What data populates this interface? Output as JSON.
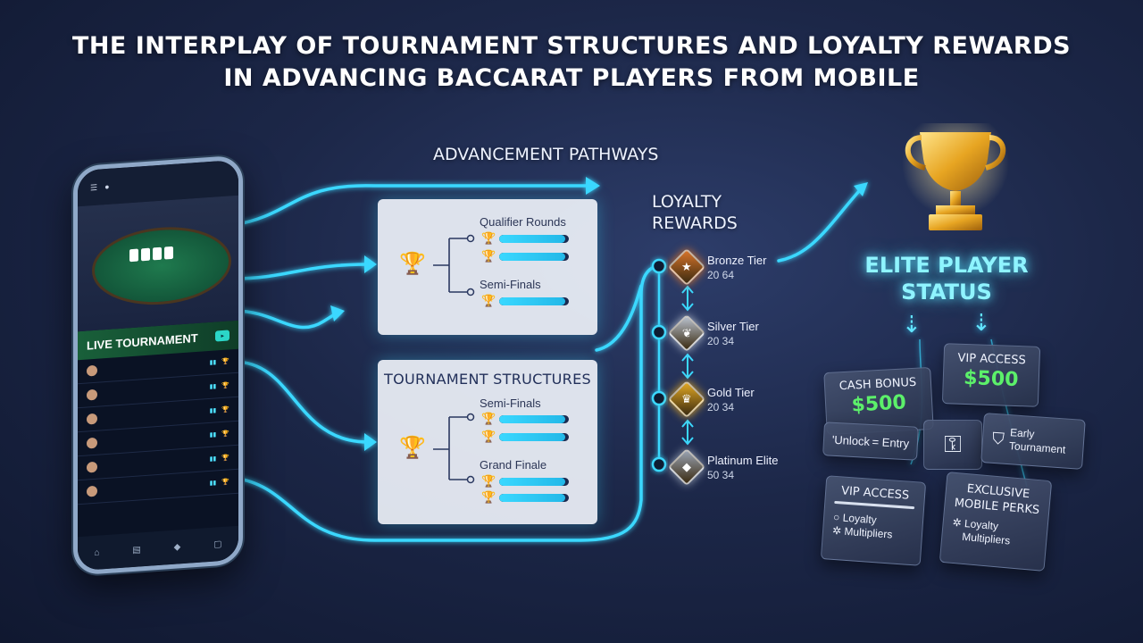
{
  "title": {
    "line1": "THE INTERPLAY OF TOURNAMENT STRUCTURES AND LOYALTY REWARDS",
    "line2": "IN ADVANCING BACCARAT PLAYERS FROM MOBILE"
  },
  "pathways": {
    "heading": "ADVANCEMENT PATHWAYS"
  },
  "qualifier_panel": {
    "round1": "Qualifier Rounds",
    "round2": "Semi-Finals",
    "bar_levels": [
      0.95,
      0.95,
      0.95
    ]
  },
  "structures_panel": {
    "title": "TOURNAMENT STRUCTURES",
    "round1": "Semi-Finals",
    "round2": "Grand Finale",
    "bar_levels": [
      0.95,
      0.95,
      0.95,
      0.95
    ]
  },
  "loyalty": {
    "heading_line1": "LOYALTY",
    "heading_line2": "REWARDS",
    "tiers": [
      {
        "name": "Bronze Tier",
        "sub": "20 64",
        "color": "#d8742a",
        "icon": "star-icon"
      },
      {
        "name": "Silver Tier",
        "sub": "20 34",
        "color": "#b9c2cf",
        "icon": "wing-icon"
      },
      {
        "name": "Gold Tier",
        "sub": "20 34",
        "color": "#e2a823",
        "icon": "crown-icon"
      },
      {
        "name": "Platinum Elite",
        "sub": "50 34",
        "color": "#9aa4b4",
        "icon": "gem-icon"
      }
    ]
  },
  "phone": {
    "live_label": "LIVE TOURNAMENT",
    "accent": "#2bd6c8"
  },
  "elite": {
    "line1": "ELITE PLAYER",
    "line2": "STATUS"
  },
  "cards": {
    "cash_bonus": {
      "title": "CASH BONUS",
      "amount": "$500"
    },
    "vip_access_top": {
      "title": "VIP ACCESS",
      "amount": "$500"
    },
    "unlock_entry": {
      "text": "'Unlock = Entry"
    },
    "early_tournament": {
      "line1": "Early",
      "line2": "Tournament"
    },
    "vip_access_bottom": {
      "title": "VIP ACCESS",
      "line1": "Loyalty",
      "line2": "Multipliers"
    },
    "exclusive": {
      "title1": "EXCLUSIVE",
      "title2": "MOBILE PERKS",
      "line1": "Loyalty",
      "line2": "Multipliers"
    }
  },
  "colors": {
    "glow": "#3ad8ff",
    "bonus_green": "#5cf06a",
    "elite_text": "#8ff4ff"
  }
}
